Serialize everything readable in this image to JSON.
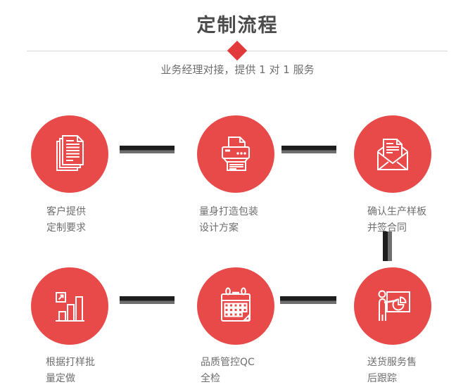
{
  "header": {
    "title": "定制流程",
    "subtitle": "业务经理对接，提供 1 对 1 服务"
  },
  "steps": [
    {
      "id": "step-1",
      "icon": "documents-icon",
      "lines": [
        "客户提供",
        "定制要求"
      ]
    },
    {
      "id": "step-2",
      "icon": "printer-icon",
      "lines": [
        "量身打造包装",
        "设计方案"
      ]
    },
    {
      "id": "step-3",
      "icon": "envelope-icon",
      "lines": [
        "确认生产样板",
        "并签合同"
      ]
    },
    {
      "id": "step-4",
      "icon": "bar-chart-icon",
      "lines": [
        "根据打样批",
        "量定做"
      ]
    },
    {
      "id": "step-5",
      "icon": "calendar-icon",
      "lines": [
        "品质管控QC",
        "全检"
      ]
    },
    {
      "id": "step-6",
      "icon": "presentation-icon",
      "lines": [
        "送货服务售",
        "后跟踪"
      ]
    }
  ],
  "colors": {
    "circle_red": "#e84a4a",
    "diamond_red": "#e23a3a",
    "title_gray": "#4b4b4b",
    "text_gray": "#6e6e6e",
    "connector_dark": "#1d1d1d",
    "connector_gray": "#6e6e6e",
    "divider_gray": "#d8d8d8"
  }
}
